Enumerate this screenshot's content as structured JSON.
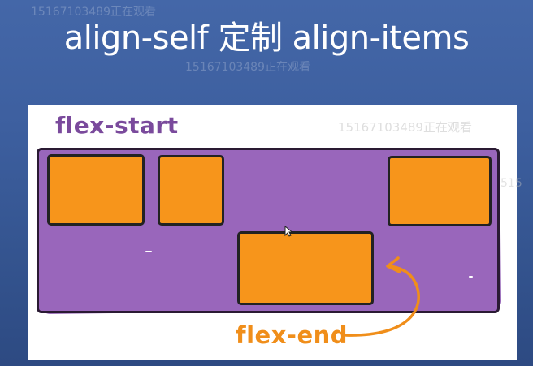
{
  "slide": {
    "title": "align-self 定制 align-items"
  },
  "watermarks": {
    "text": "15167103489正在观看",
    "partial": "515"
  },
  "diagram": {
    "start_label": "flex-start",
    "end_label": "flex-end"
  },
  "icons": {
    "cursor": "mouse-pointer-icon",
    "arrow": "curved-arrow-icon"
  },
  "colors": {
    "background": "#3d5f9f",
    "container": "#9966bb",
    "item": "#f7951b",
    "start_label": "#7a4a9c",
    "end_label": "#f08e1a"
  }
}
